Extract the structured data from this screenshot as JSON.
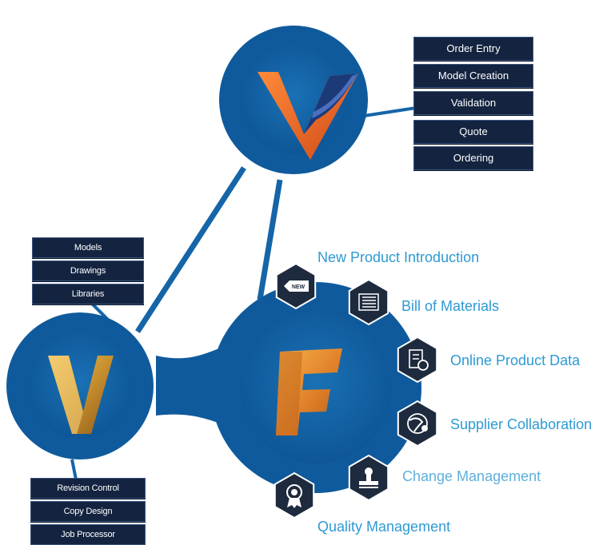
{
  "colors": {
    "hub_blue": "#1565a8",
    "hub_blue_dark": "#0d4f8e",
    "hub_inner": "#1a71b5",
    "box_bg": "#142440",
    "label_blue": "#2e9ad3",
    "hex_bg": "#1e2a3d",
    "vault_gold": "#d9a540",
    "fusion_orange": "#e38a2a",
    "configurator_orange": "#f06a2a"
  },
  "configurator_hub": {
    "logo_icon": "configurator-v-logo-icon",
    "items": [
      "Order Entry",
      "Model Creation",
      "Validation",
      "Quote",
      "Ordering"
    ]
  },
  "vault_hub": {
    "logo_icon": "vault-v-logo-icon",
    "top_items": [
      "Models",
      "Drawings",
      "Libraries"
    ],
    "bottom_items": [
      "Revision Control",
      "Copy Design",
      "Job Processor"
    ]
  },
  "fusion_hub": {
    "logo_icon": "fusion-f-logo-icon",
    "features": [
      {
        "label": "New Product Introduction",
        "icon": "new-tag-icon"
      },
      {
        "label": "Bill of Materials",
        "icon": "list-icon"
      },
      {
        "label": "Online Product Data",
        "icon": "document-gear-icon"
      },
      {
        "label": "Supplier Collaboration",
        "icon": "globe-people-icon"
      },
      {
        "label": "Change Management",
        "icon": "stamp-icon"
      },
      {
        "label": "Quality Management",
        "icon": "award-ribbon-icon"
      }
    ],
    "new_badge_text": "NEW"
  }
}
